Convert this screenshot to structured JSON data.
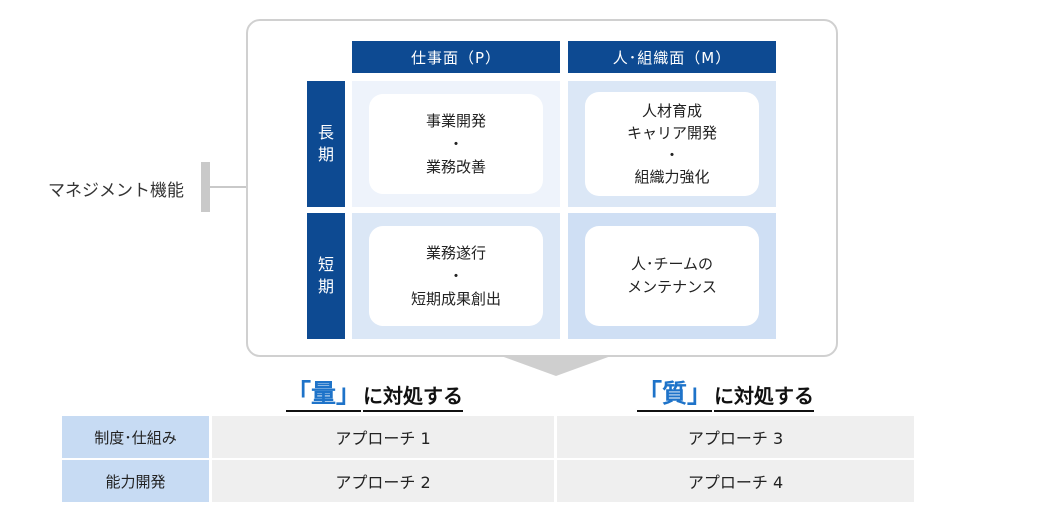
{
  "side_label": "マネジメント機能",
  "matrix": {
    "columns": [
      "仕事面（P）",
      "人･組織面（M）"
    ],
    "rows": [
      "長期",
      "短期"
    ],
    "cells": [
      [
        [
          "事業開発",
          "・",
          "業務改善"
        ],
        [
          "人材育成",
          "キャリア開発",
          "・",
          "組織力強化"
        ]
      ],
      [
        [
          "業務遂行",
          "・",
          "短期成果創出"
        ],
        [
          "人･チームの",
          "メンテナンス"
        ]
      ]
    ]
  },
  "sections": [
    {
      "highlight": "「量」",
      "rest": "に対処する"
    },
    {
      "highlight": "「質」",
      "rest": "に対処する"
    }
  ],
  "table": {
    "rows": [
      {
        "label": "制度･仕組み",
        "values": [
          "アプローチ 1",
          "アプローチ 3"
        ]
      },
      {
        "label": "能力開発",
        "values": [
          "アプローチ 2",
          "アプローチ 4"
        ]
      }
    ]
  },
  "colors": {
    "header": "#0d4a92",
    "accent": "#1e73c9",
    "cell_light": "#eef3fb",
    "table_label": "#c7dbf3"
  }
}
